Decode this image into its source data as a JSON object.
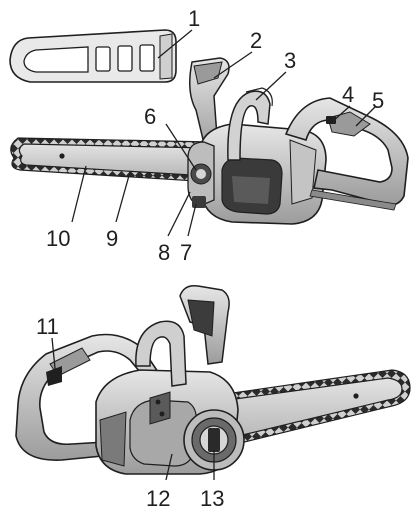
{
  "callouts": {
    "c1": "1",
    "c2": "2",
    "c3": "3",
    "c4": "4",
    "c5": "5",
    "c6": "6",
    "c7": "7",
    "c8": "8",
    "c9": "9",
    "c10": "10",
    "c11": "11",
    "c12": "12",
    "c13": "13"
  },
  "colors": {
    "outline": "#1f1f1f",
    "body_light": "#d9d9d9",
    "body_mid": "#b4b4b4",
    "body_dark": "#7a7a7a",
    "bar": "#c8c8c8"
  }
}
